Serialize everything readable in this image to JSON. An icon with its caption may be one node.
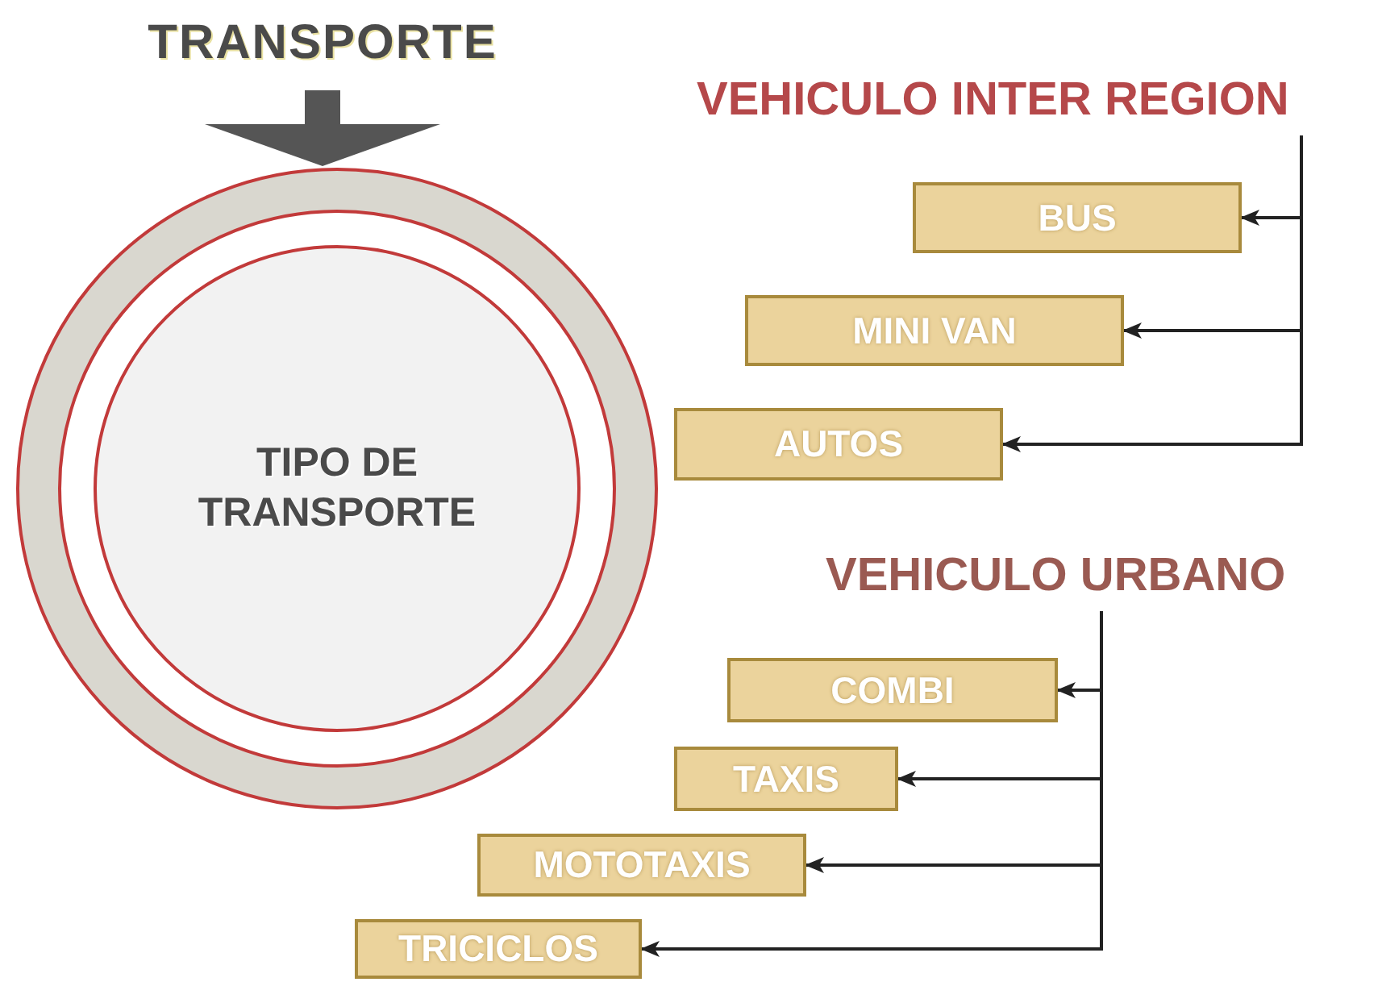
{
  "diagram": {
    "nodes": [
      {
        "text": [
          "TRANSPORTE"
        ]
      },
      {
        "text": [
          "TIPO DE TRANSPORTE"
        ]
      },
      {
        "text": [
          "VEHICULO INTER REGION"
        ]
      },
      {
        "text": [
          "BUS"
        ]
      },
      {
        "text": [
          "MINI VAN"
        ]
      },
      {
        "text": [
          "AUTOS"
        ]
      },
      {
        "text": [
          "VEHICULO URBANO"
        ]
      },
      {
        "text": [
          "COMBI"
        ]
      },
      {
        "text": [
          "TAXIS"
        ]
      },
      {
        "text": [
          "MOTOTAXIS"
        ]
      },
      {
        "text": [
          "TRICICLOS"
        ]
      }
    ],
    "edges": [
      {
        "from": 0,
        "to": 1,
        "arrow": "to",
        "style": "thick",
        "color": "#555555"
      },
      {
        "from": 2,
        "to": 3,
        "arrow": "to"
      },
      {
        "from": 2,
        "to": 4,
        "arrow": "to"
      },
      {
        "from": 2,
        "to": 5,
        "arrow": "to"
      },
      {
        "from": 6,
        "to": 7,
        "arrow": "to"
      },
      {
        "from": 6,
        "to": 8,
        "arrow": "to"
      },
      {
        "from": 6,
        "to": 9,
        "arrow": "to"
      },
      {
        "from": 6,
        "to": 10,
        "arrow": "to"
      }
    ]
  }
}
